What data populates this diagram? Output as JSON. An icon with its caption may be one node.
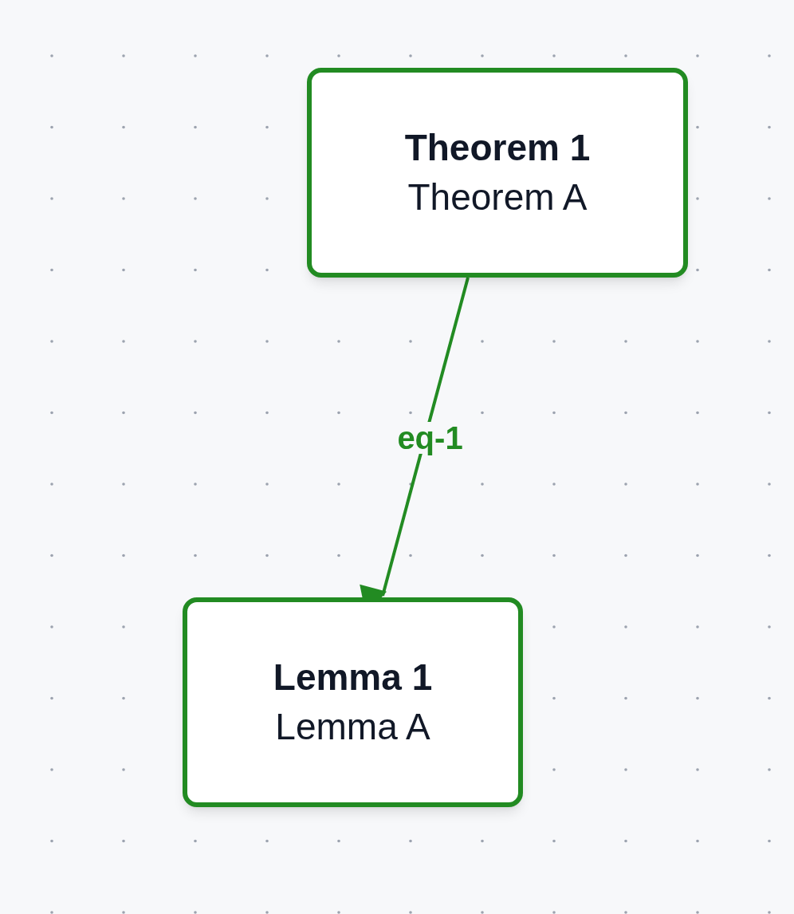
{
  "diagram": {
    "nodes": [
      {
        "text": [
          "Theorem 1",
          "Theorem A"
        ]
      },
      {
        "text": [
          "Lemma 1",
          "Lemma A"
        ]
      }
    ],
    "edges": [
      {
        "from": 0,
        "to": 1,
        "arrow": "to",
        "label": "eq-1",
        "color": "#228b22"
      }
    ]
  }
}
